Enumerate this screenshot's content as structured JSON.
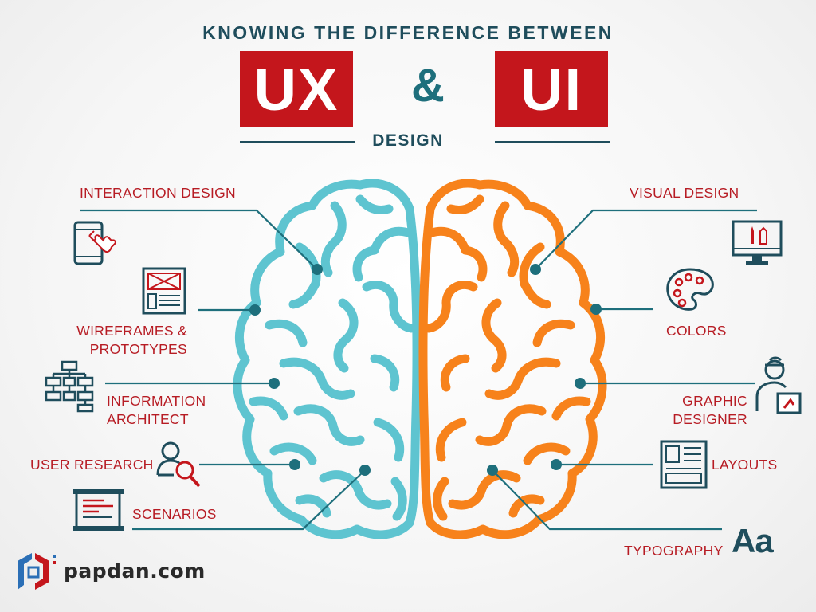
{
  "header": {
    "heading": "KNOWING THE DIFFERENCE BETWEEN",
    "left_box": "UX",
    "connector": "&",
    "right_box": "UI",
    "subheading": "DESIGN"
  },
  "ux_items": [
    {
      "label": "INTERACTION DESIGN",
      "icon": "tablet-touch-icon"
    },
    {
      "label_line1": "WIREFRAMES &",
      "label_line2": "PROTOTYPES",
      "icon": "wireframe-icon"
    },
    {
      "label_line1": "INFORMATION",
      "label_line2": "ARCHITECT",
      "icon": "sitemap-icon"
    },
    {
      "label": "USER RESEARCH",
      "icon": "user-search-icon"
    },
    {
      "label": "SCENARIOS",
      "icon": "scroll-document-icon"
    }
  ],
  "ui_items": [
    {
      "label": "VISUAL DESIGN",
      "icon": "monitor-tools-icon"
    },
    {
      "label": "COLORS",
      "icon": "palette-icon"
    },
    {
      "label_line1": "GRAPHIC",
      "label_line2": "DESIGNER",
      "icon": "designer-icon"
    },
    {
      "label": "LAYOUTS",
      "icon": "layout-icon"
    },
    {
      "label": "TYPOGRAPHY",
      "icon": "typography-icon",
      "glyph": "Aa"
    }
  ],
  "brand": {
    "name": "papdan.com",
    "icon": "papdan-logo-icon"
  },
  "colors": {
    "ux_brain": "#5ec4d0",
    "ui_brain": "#f7821b",
    "accent_red": "#c4161c",
    "dark_teal": "#1f4d5c",
    "connector_teal": "#1e6f7c"
  }
}
